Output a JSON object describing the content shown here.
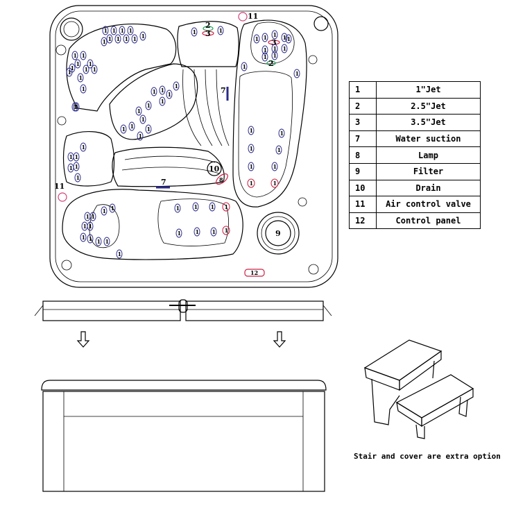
{
  "legend": {
    "rows": [
      {
        "num": "1",
        "desc": "1\"Jet"
      },
      {
        "num": "2",
        "desc": "2.5\"Jet"
      },
      {
        "num": "3",
        "desc": "3.5\"Jet"
      },
      {
        "num": "7",
        "desc": "Water suction"
      },
      {
        "num": "8",
        "desc": "Lamp"
      },
      {
        "num": "9",
        "desc": "Filter"
      },
      {
        "num": "10",
        "desc": "Drain"
      },
      {
        "num": "11",
        "desc": "Air control valve"
      },
      {
        "num": "12",
        "desc": "Control panel"
      }
    ]
  },
  "labels": {
    "jet1": "1",
    "jet2": "2",
    "jet3": "3",
    "suction": "7",
    "lamp": "8",
    "filter": "9",
    "drain": "10",
    "air_valve": "11",
    "control_panel": "12"
  },
  "caption": "Stair and cover are extra option",
  "colors": {
    "jet_blue": "#2a2a8a",
    "lamp_red": "#cc2244",
    "jet_green": "#22a05a",
    "valve_pink": "#d0407a"
  }
}
